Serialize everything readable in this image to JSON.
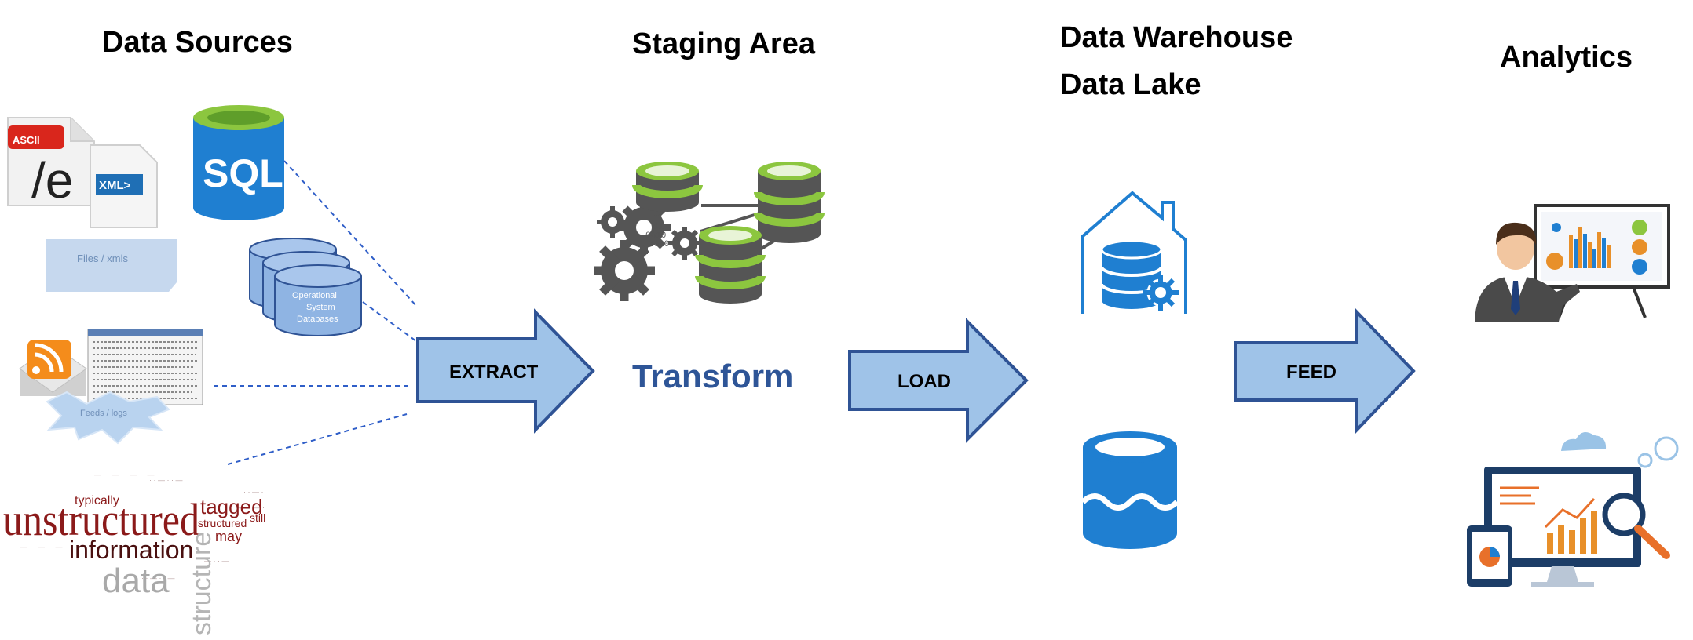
{
  "headings": {
    "data_sources": "Data Sources",
    "staging_area": "Staging Area",
    "warehouse_line1": "Data Warehouse",
    "warehouse_line2": "Data Lake",
    "analytics": "Analytics"
  },
  "arrows": {
    "extract": "EXTRACT",
    "load": "LOAD",
    "feed": "FEED"
  },
  "staging": {
    "transform": "Transform"
  },
  "sources": {
    "ascii_badge": "ASCII",
    "file_glyph": "/e",
    "xml_badge": "XML>",
    "files_caption": "Files / xmls",
    "sql_label": "SQL",
    "operational_line1": "Operational",
    "operational_line2": "System",
    "operational_line3": "Databases",
    "feeds_caption": "Feeds / logs"
  },
  "word_cloud": {
    "big": "unstructured",
    "tagged": "tagged",
    "information": "information",
    "data": "data",
    "structure": "structure",
    "typically": "typically",
    "structured": "structured",
    "may": "may",
    "still": "still"
  },
  "colors": {
    "arrow_fill": "#9fc3e8",
    "arrow_stroke": "#2f5395",
    "transform_text": "#2e5597",
    "azure_blue": "#1f7fd1",
    "db_green": "#8cc63f",
    "word_red": "#8b1a1a"
  },
  "icons": [
    "ascii-file-icon",
    "xml-file-icon",
    "sql-database-icon",
    "operational-databases-icon",
    "rss-feed-icon",
    "log-screen-icon",
    "gears-icon",
    "database-network-icon",
    "warehouse-house-icon",
    "data-lake-icon",
    "presenter-icon",
    "dashboard-devices-icon"
  ]
}
